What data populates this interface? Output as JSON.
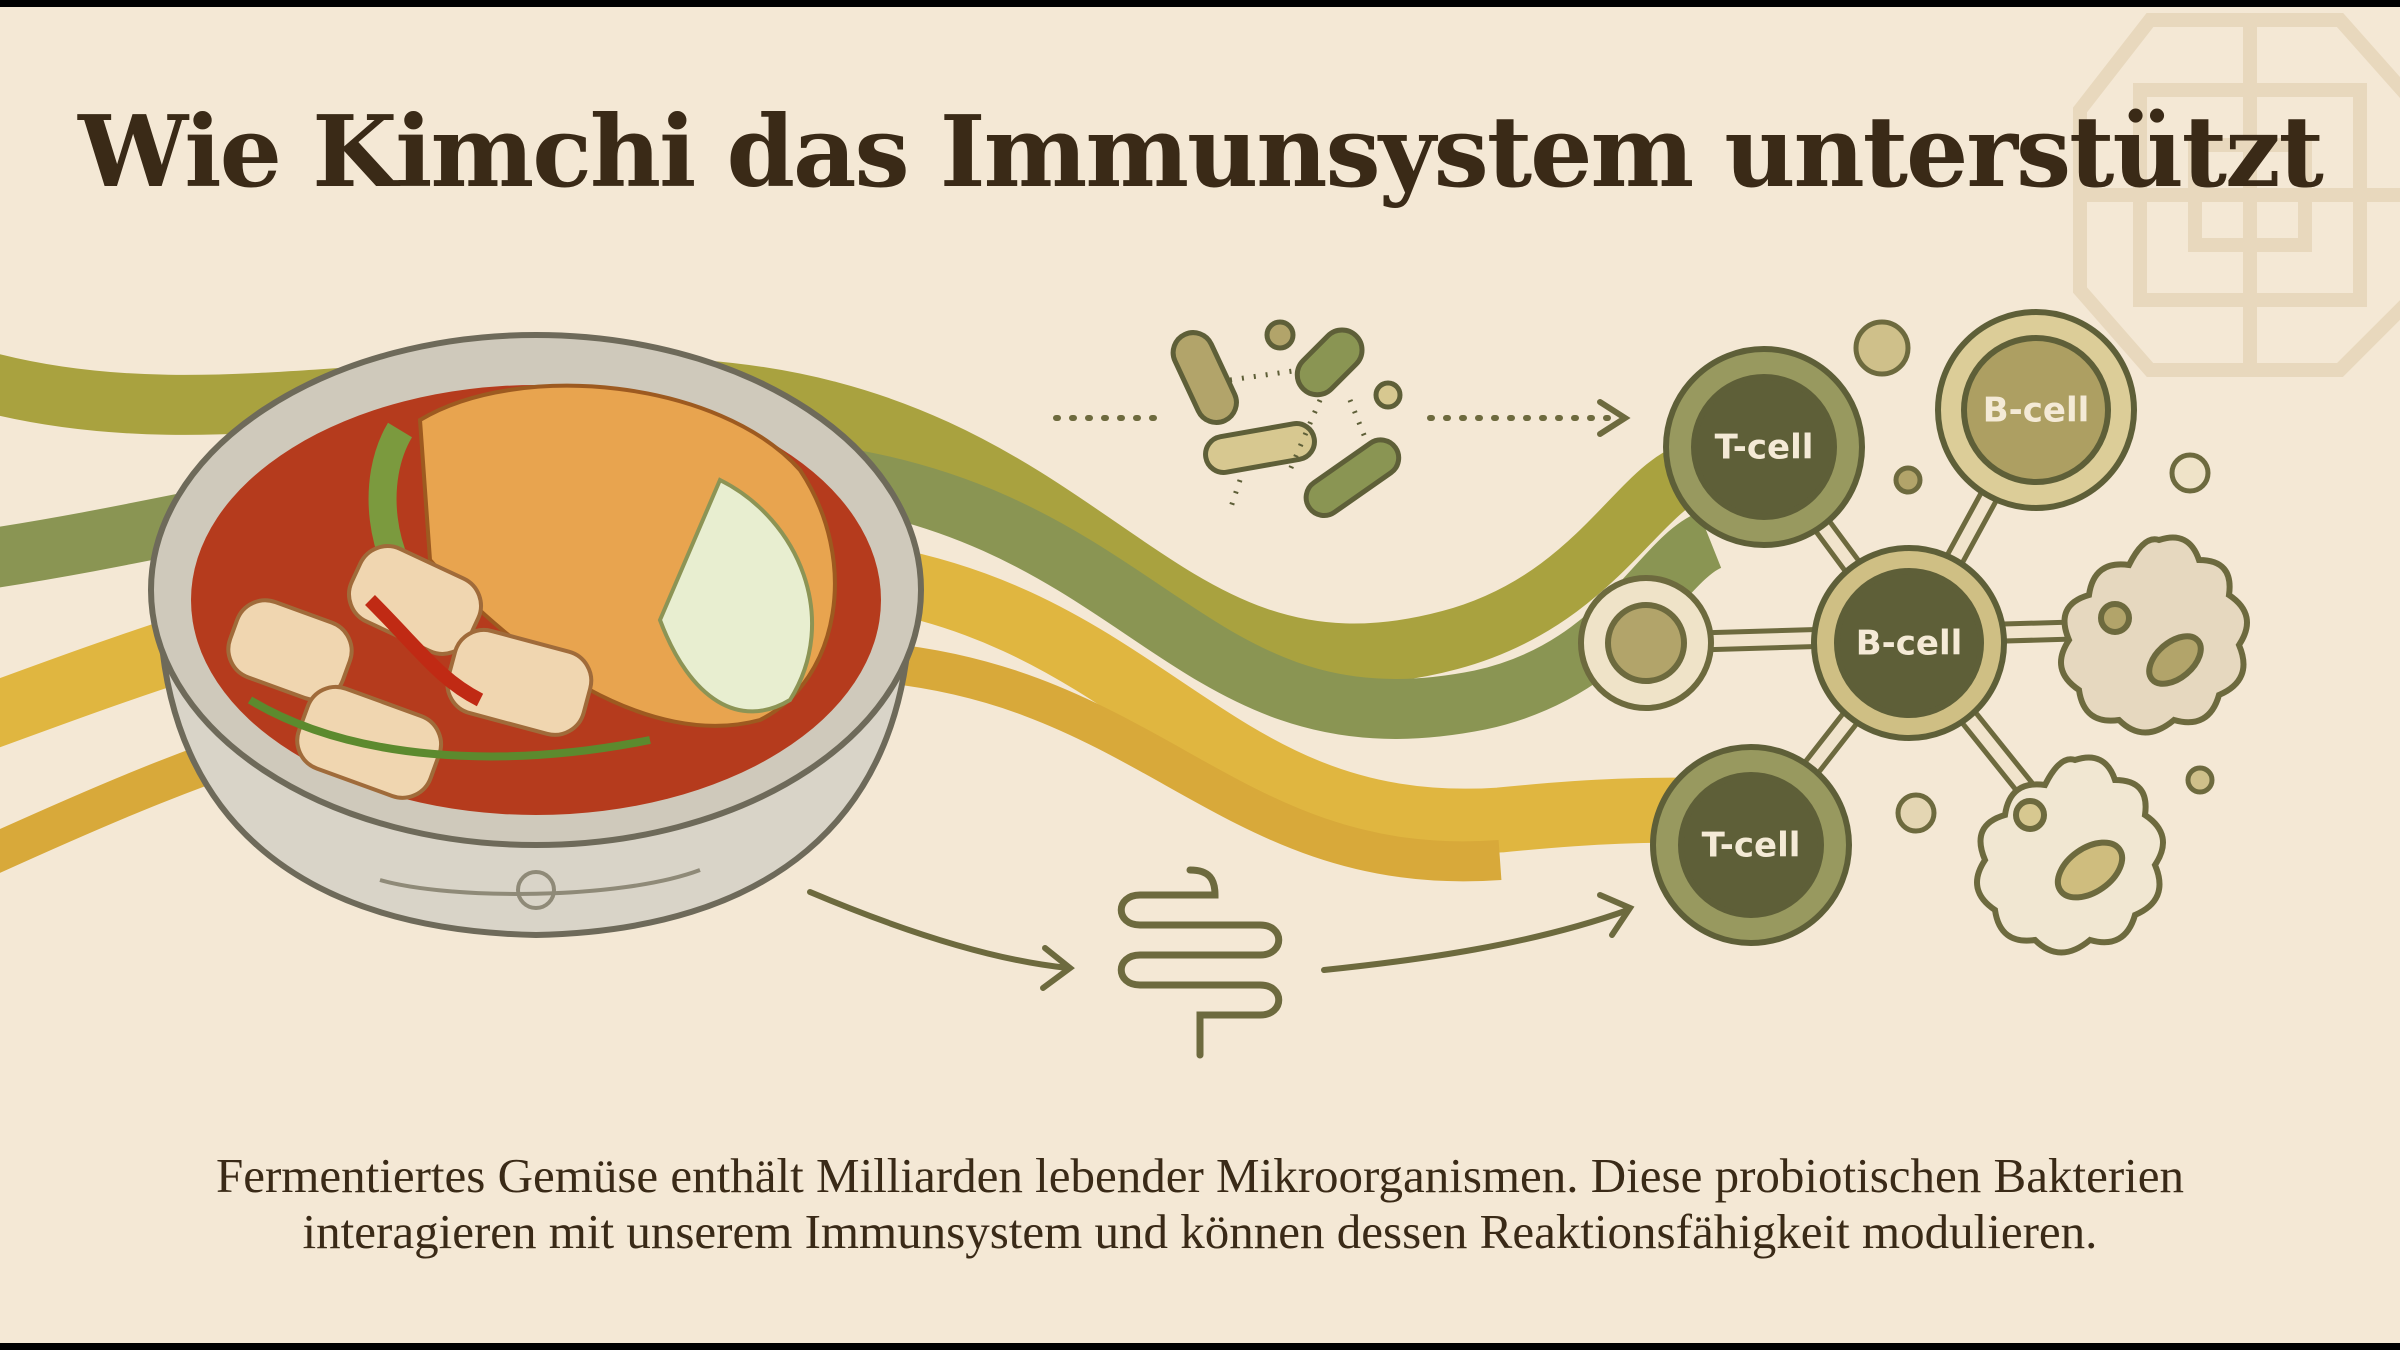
{
  "title": "Wie Kimchi das Immunsystem unterstützt",
  "description": {
    "line1": "Fermentiertes Gemüse enthält Milliarden lebender Mikroorganismen. Diese probiotischen Bakterien",
    "line2": "interagieren mit unserem Immunsystem und können dessen Reaktionsfähigkeit modulieren."
  },
  "cells": {
    "t_cell_top": "T-cell",
    "b_cell_top": "B-cell",
    "b_cell_center": "B-cell",
    "t_cell_bottom": "T-cell"
  },
  "icons": [
    "kimchi-bowl",
    "bacteria",
    "intestine",
    "t-cell",
    "b-cell",
    "macrophage",
    "korean-lattice-pattern"
  ],
  "colors": {
    "background": "#f4e8d5",
    "olive_dark": "#5e5f38",
    "olive": "#8c9455",
    "mustard": "#e0b640",
    "khaki": "#b2a46a",
    "text": "#3a2a17"
  }
}
